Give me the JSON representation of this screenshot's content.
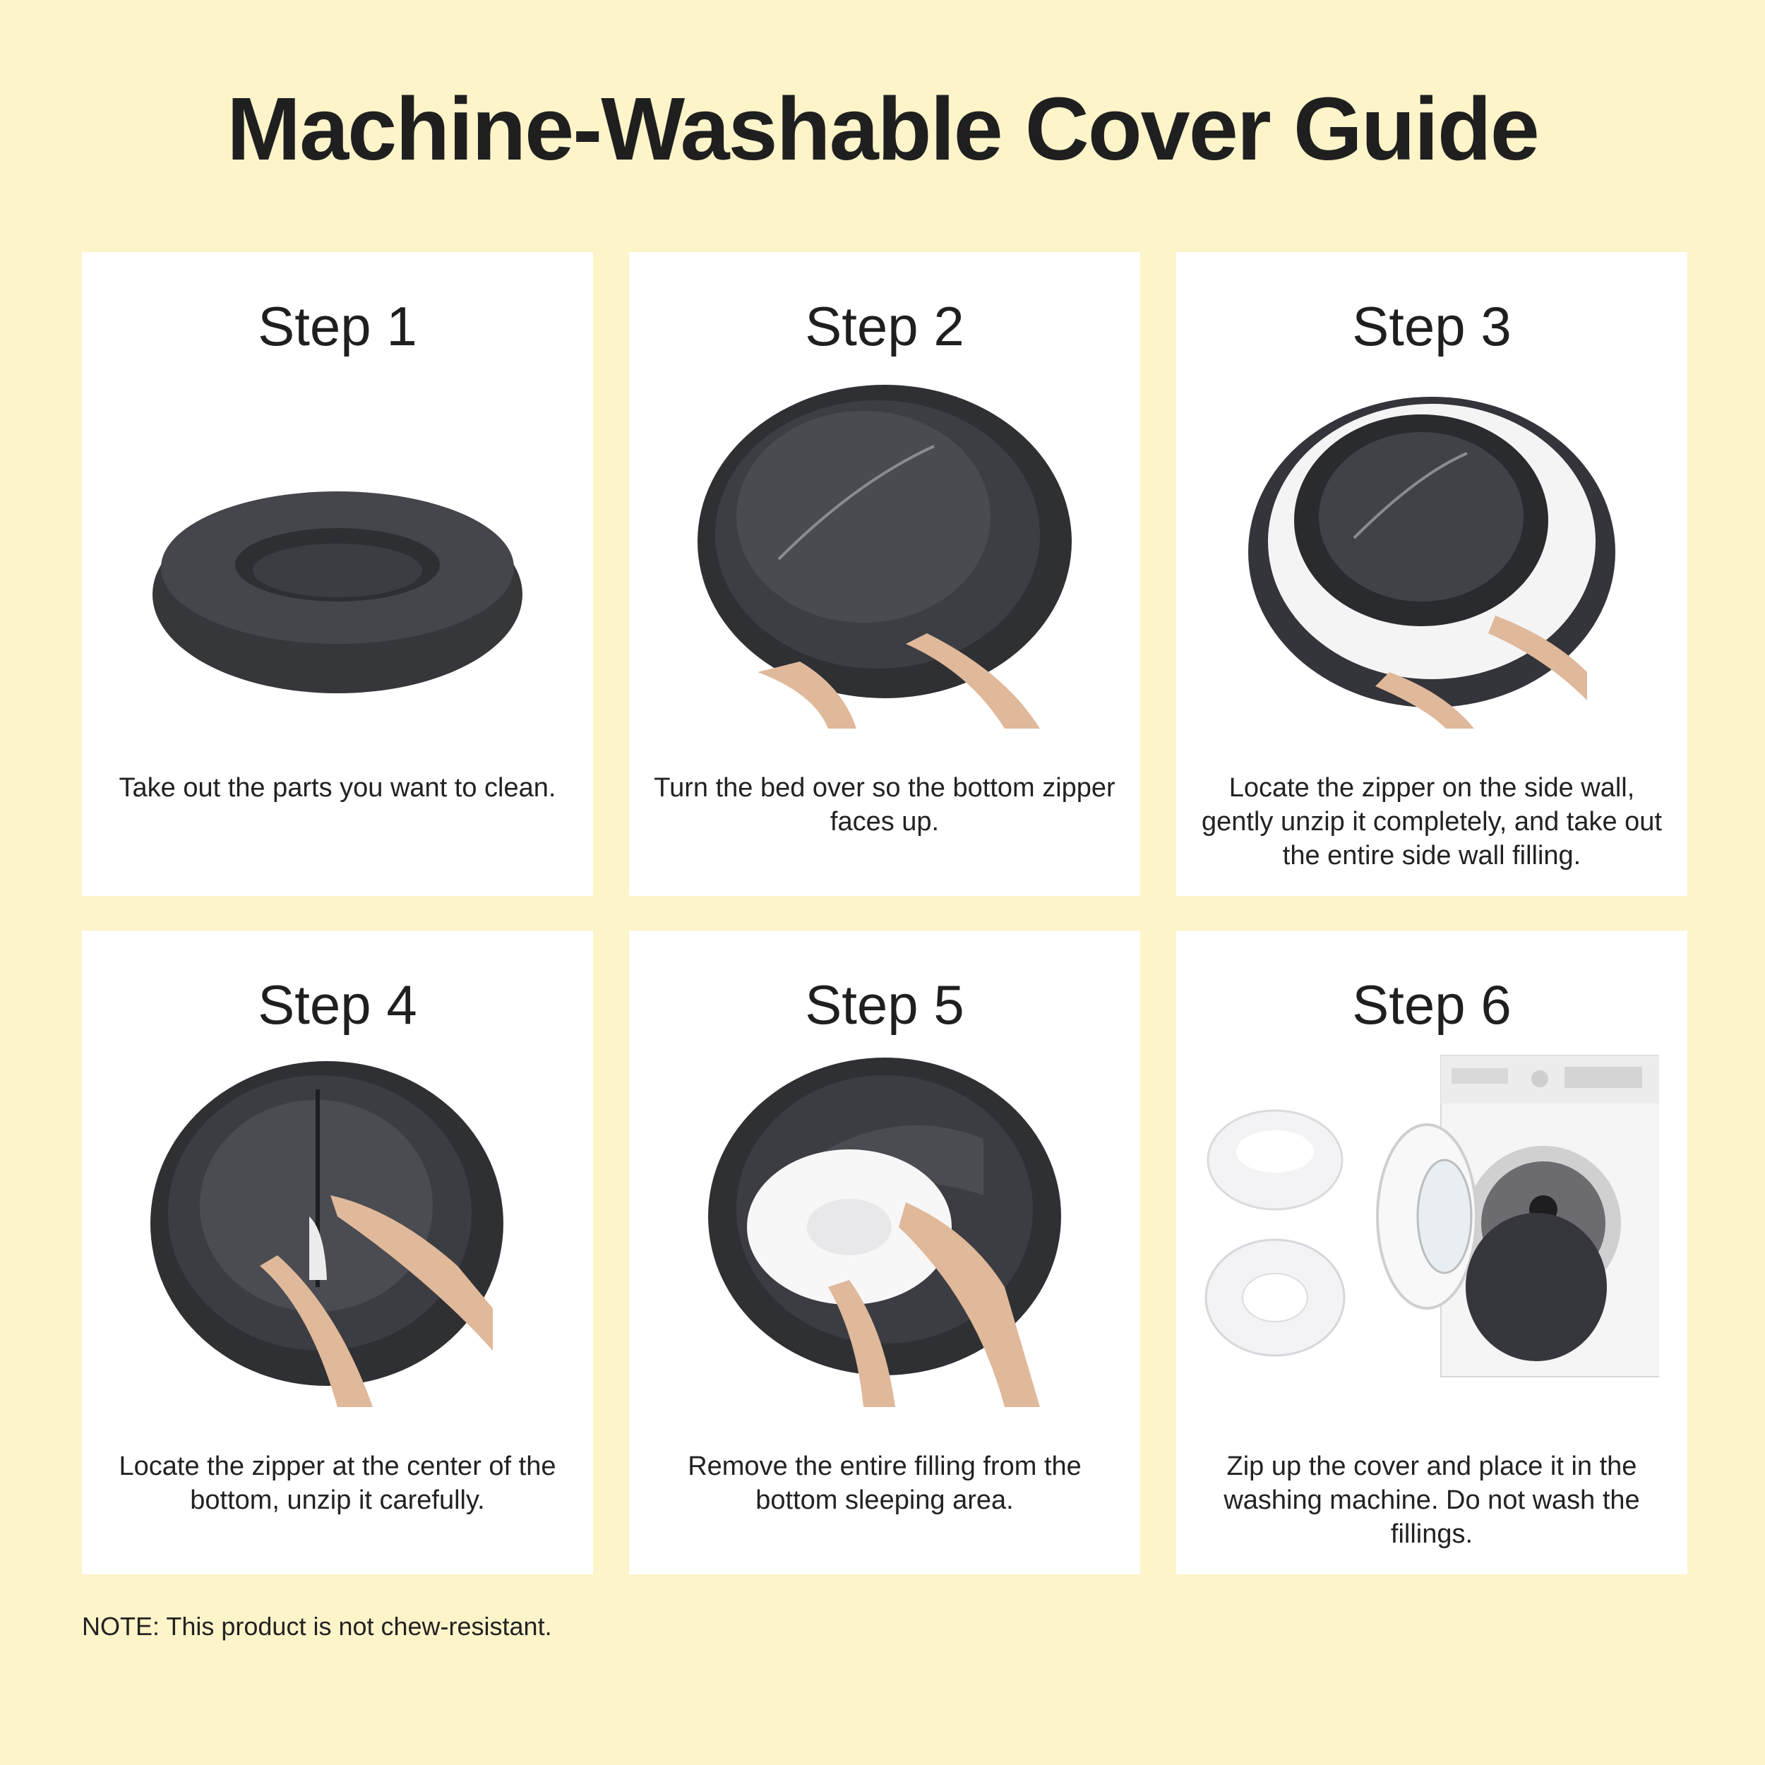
{
  "title": "Machine-Washable Cover Guide",
  "steps": [
    {
      "label": "Step 1",
      "text": "Take out the parts you want to clean.",
      "image": "donut-bed"
    },
    {
      "label": "Step 2",
      "text": "Turn the bed over so the bottom zipper faces up.",
      "image": "bed-upside-down-hands"
    },
    {
      "label": "Step 3",
      "text": "Locate the zipper on the side wall, gently unzip it completely, and take out the entire side wall filling.",
      "image": "side-wall-filling"
    },
    {
      "label": "Step 4",
      "text": "Locate the zipper at the center of the bottom, unzip it carefully.",
      "image": "center-zipper"
    },
    {
      "label": "Step 5",
      "text": "Remove the entire filling from the bottom sleeping area.",
      "image": "remove-filling"
    },
    {
      "label": "Step 6",
      "text": "Zip up the cover and place it in the washing machine. Do not wash the fillings.",
      "image": "washing-machine"
    }
  ],
  "note": "NOTE: This product is not chew-resistant.",
  "colors": {
    "background": "#fef4c9",
    "card": "#ffffff",
    "text": "#1f1f1f",
    "fur": "#3a3b40"
  }
}
